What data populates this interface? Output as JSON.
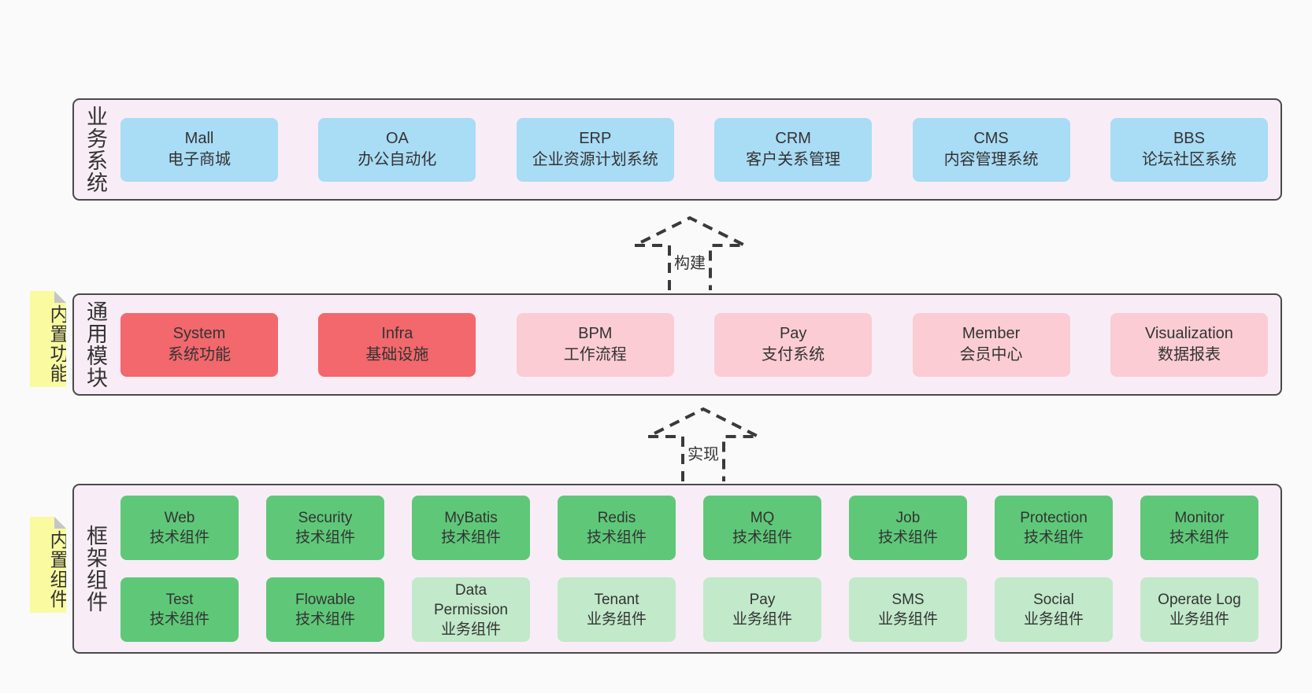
{
  "page": {
    "background": "#fafafa"
  },
  "palette": {
    "panel_bg": "#f8edf6",
    "panel_border": "#4a4a4a",
    "blue_box": "#a9dcf5",
    "red_box": "#f2686c",
    "pink_box": "#fbccd3",
    "green_box": "#5ec878",
    "light_green_box": "#c1e9ca",
    "sticky_yellow": "#fafaa0",
    "fold_gray": "#c6c6c6",
    "text": "#333333"
  },
  "arrows": {
    "build": "构建",
    "implement": "实现"
  },
  "stickies": {
    "modules": "内置功能",
    "components": "内置组件"
  },
  "layers": {
    "business": {
      "label": "业务系统",
      "boxes": [
        {
          "name": "Mall",
          "desc": "电子商城"
        },
        {
          "name": "OA",
          "desc": "办公自动化"
        },
        {
          "name": "ERP",
          "desc": "企业资源计划系统"
        },
        {
          "name": "CRM",
          "desc": "客户关系管理"
        },
        {
          "name": "CMS",
          "desc": "内容管理系统"
        },
        {
          "name": "BBS",
          "desc": "论坛社区系统"
        }
      ]
    },
    "modules": {
      "label": "通用模块",
      "boxes": [
        {
          "name": "System",
          "desc": "系统功能"
        },
        {
          "name": "Infra",
          "desc": "基础设施"
        },
        {
          "name": "BPM",
          "desc": "工作流程"
        },
        {
          "name": "Pay",
          "desc": "支付系统"
        },
        {
          "name": "Member",
          "desc": "会员中心"
        },
        {
          "name": "Visualization",
          "desc": "数据报表"
        }
      ]
    },
    "components": {
      "label": "框架组件",
      "rows": [
        [
          {
            "name": "Web",
            "desc": "技术组件"
          },
          {
            "name": "Security",
            "desc": "技术组件"
          },
          {
            "name": "MyBatis",
            "desc": "技术组件"
          },
          {
            "name": "Redis",
            "desc": "技术组件"
          },
          {
            "name": "MQ",
            "desc": "技术组件"
          },
          {
            "name": "Job",
            "desc": "技术组件"
          },
          {
            "name": "Protection",
            "desc": "技术组件"
          },
          {
            "name": "Monitor",
            "desc": "技术组件"
          }
        ],
        [
          {
            "name": "Test",
            "desc": "技术组件"
          },
          {
            "name": "Flowable",
            "desc": "技术组件"
          },
          {
            "name": "Data Permission",
            "desc": "业务组件"
          },
          {
            "name": "Tenant",
            "desc": "业务组件"
          },
          {
            "name": "Pay",
            "desc": "业务组件"
          },
          {
            "name": "SMS",
            "desc": "业务组件"
          },
          {
            "name": "Social",
            "desc": "业务组件"
          },
          {
            "name": "Operate Log",
            "desc": "业务组件"
          }
        ]
      ]
    }
  }
}
